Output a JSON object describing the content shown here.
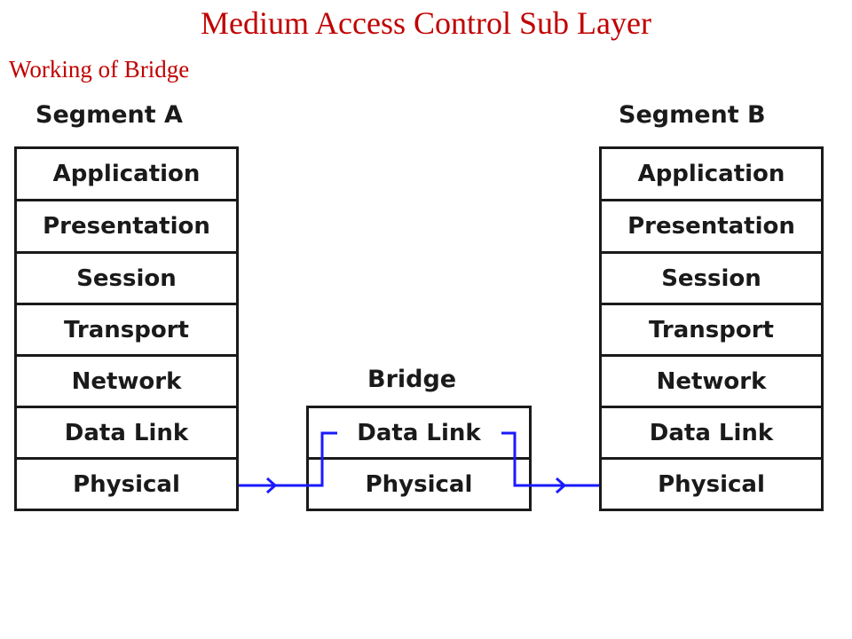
{
  "slide": {
    "title": "Medium Access Control Sub Layer",
    "subtitle": "Working of Bridge"
  },
  "diagram": {
    "segment_a": {
      "title": "Segment A",
      "layers": [
        "Application",
        "Presentation",
        "Session",
        "Transport",
        "Network",
        "Data Link",
        "Physical"
      ]
    },
    "bridge": {
      "title": "Bridge",
      "layers": [
        "Data Link",
        "Physical"
      ]
    },
    "segment_b": {
      "title": "Segment B",
      "layers": [
        "Application",
        "Presentation",
        "Session",
        "Transport",
        "Network",
        "Data Link",
        "Physical"
      ]
    },
    "colors": {
      "title": "#c00000",
      "path": "#1a1aff",
      "box": "#1a1a1a"
    }
  }
}
